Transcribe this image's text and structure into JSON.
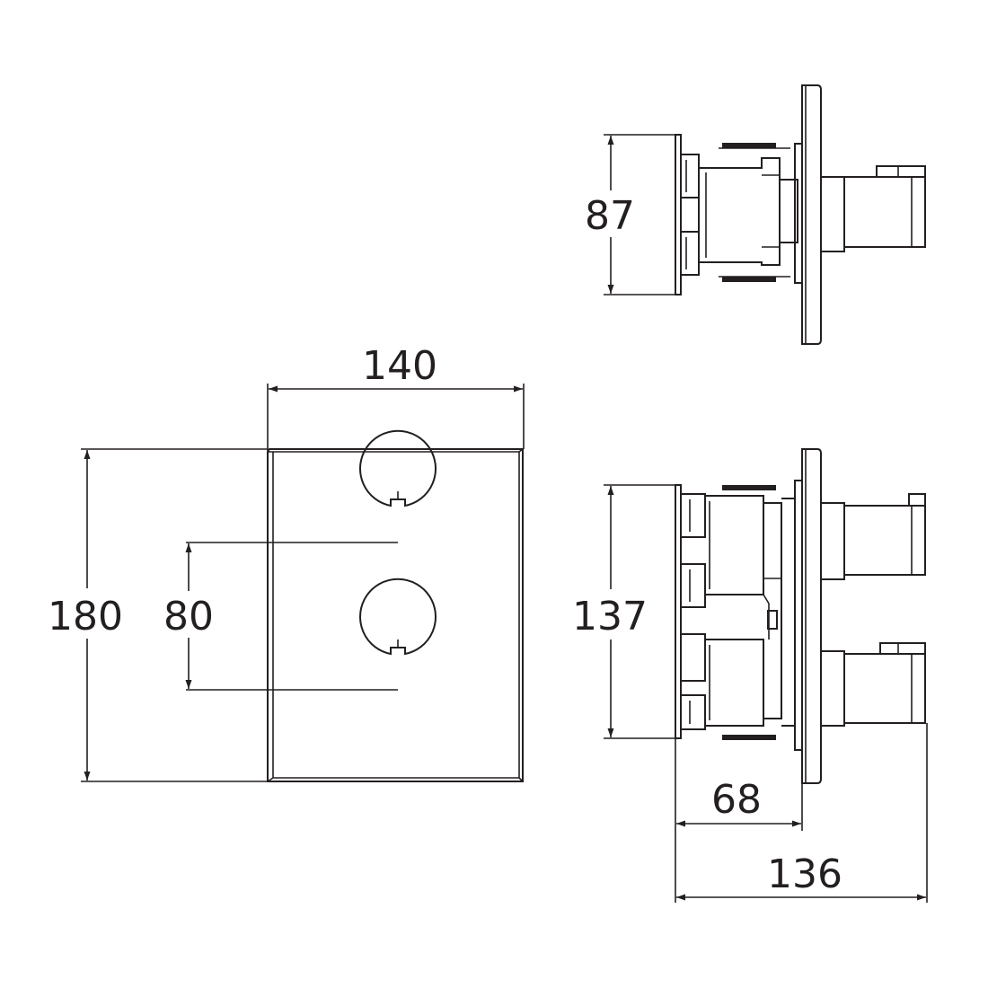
{
  "dimensions": {
    "front_width": "140",
    "front_height": "180",
    "handle_spacing": "80",
    "top_view_height": "87",
    "side_view_height": "137",
    "depth_to_plate": "68",
    "overall_depth": "136"
  },
  "colors": {
    "line": "#231f20",
    "background": "#ffffff"
  }
}
